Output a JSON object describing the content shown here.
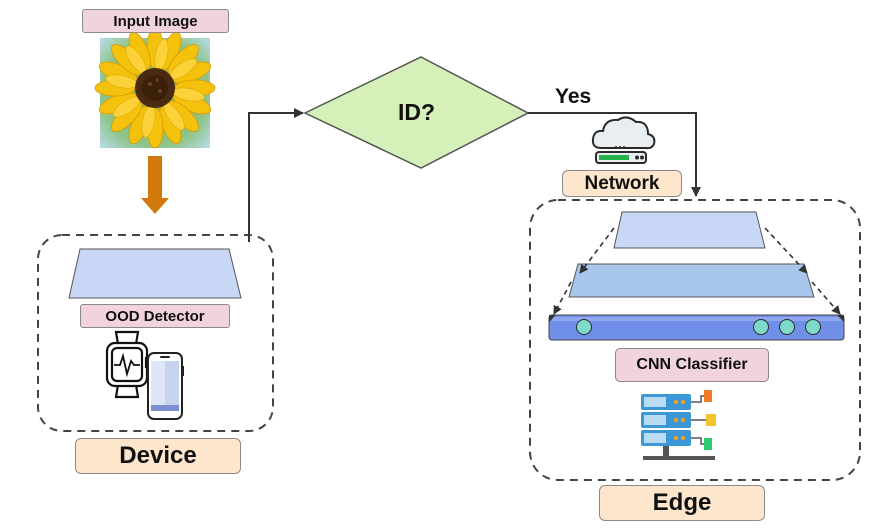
{
  "labels": {
    "input_image": "Input Image",
    "ood_detector": "OOD Detector",
    "device": "Device",
    "decision": "ID?",
    "yes": "Yes",
    "network": "Network",
    "cnn_classifier": "CNN Classifier",
    "edge": "Edge"
  },
  "icons": {
    "input": "sunflower-image",
    "device": [
      "smartwatch-icon",
      "smartphone-icon"
    ],
    "network": "cloud-server-icon",
    "edge": "server-rack-icon"
  },
  "colors": {
    "pink_label": "#f0d3df",
    "peach_label": "#fde6cc",
    "decision_fill": "#d5f0b8",
    "layer_fill_light": "#c8d7f5",
    "layer_fill_mid": "#a9c6ec",
    "layer_bar": "#6f8fe8",
    "node_fill": "#7ed9c9",
    "arrow_orange": "#d1790c",
    "line": "#333333"
  }
}
